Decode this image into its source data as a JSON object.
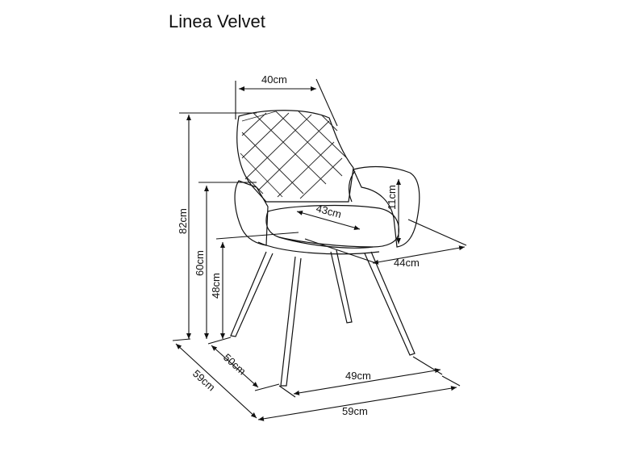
{
  "title": "Linea Velvet",
  "dimensions": {
    "back_width": "40cm",
    "total_height": "82cm",
    "armrest_height": "60cm",
    "seat_height": "48cm",
    "armrest_above_seat": "11cm",
    "seat_width": "43cm",
    "seat_depth_with_arm": "44cm",
    "leg_depth": "50cm",
    "leg_width": "49cm",
    "depth": "59cm",
    "width": "59cm"
  }
}
